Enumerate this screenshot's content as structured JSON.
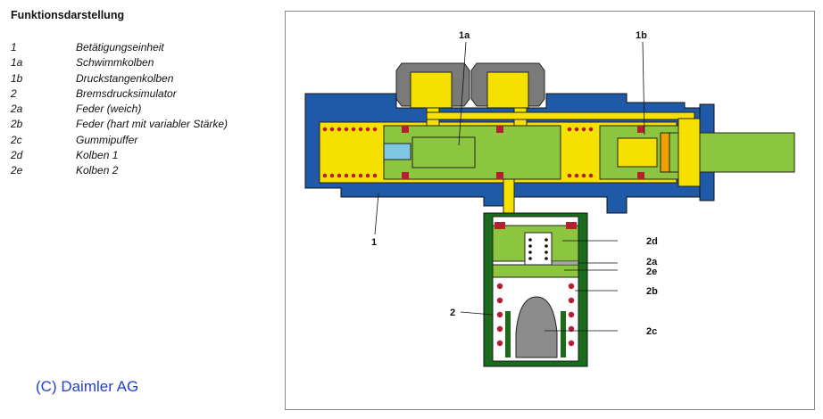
{
  "title": "Funktionsdarstellung",
  "legend": [
    {
      "code": "1",
      "text": "Betätigungseinheit"
    },
    {
      "code": "1a",
      "text": "Schwimmkolben"
    },
    {
      "code": "1b",
      "text": "Druckstangenkolben"
    },
    {
      "code": "2",
      "text": "Bremsdrucksimulator"
    },
    {
      "code": "2a",
      "text": "Feder (weich)"
    },
    {
      "code": "2b",
      "text": "Feder (hart mit variabler Stärke)"
    },
    {
      "code": "2c",
      "text": "Gummipuffer"
    },
    {
      "code": "2d",
      "text": "Kolben 1"
    },
    {
      "code": "2e",
      "text": "Kolben 2"
    }
  ],
  "copyright": "(C) Daimler AG",
  "callouts": {
    "c1a": "1a",
    "c1b": "1b",
    "c1": "1",
    "c2d": "2d",
    "c2a": "2a",
    "c2e": "2e",
    "c2b": "2b",
    "c2": "2",
    "c2c": "2c"
  },
  "colors": {
    "housing": "#1e5aa8",
    "yellow": "#f5e000",
    "green": "#8cc63f",
    "simulator_green": "#1a6b1a",
    "spring_red": "#b51e33",
    "cap_gray": "#7a7a7a",
    "buffer_gray": "#8c8c8c",
    "light_blue": "#7ec8e3",
    "copyright_blue": "#1f3fd6"
  }
}
